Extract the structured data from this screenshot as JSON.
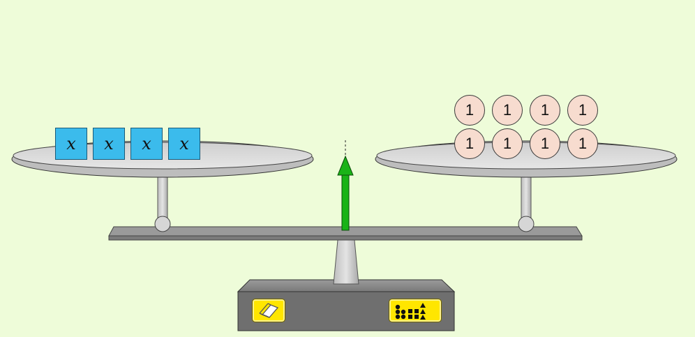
{
  "app": {
    "background": "#eefcd9"
  },
  "balance": {
    "arrow_color": "#1ab317",
    "arrow_direction": "up",
    "beam_color": "#8c8c8c",
    "pan_color": "#d7d7d7"
  },
  "left_pan": {
    "block_color": "#3bbbec",
    "blocks": [
      {
        "label": "x"
      },
      {
        "label": "x"
      },
      {
        "label": "x"
      },
      {
        "label": "x"
      }
    ]
  },
  "right_pan": {
    "unit_color": "#f7dccf",
    "units": [
      {
        "label": "1"
      },
      {
        "label": "1"
      },
      {
        "label": "1"
      },
      {
        "label": "1"
      },
      {
        "label": "1"
      },
      {
        "label": "1"
      },
      {
        "label": "1"
      },
      {
        "label": "1"
      }
    ]
  },
  "toolbar": {
    "button_color": "#ffe600",
    "eraser_icon": "eraser-icon",
    "shapes_icon": "shapes-palette-icon"
  }
}
